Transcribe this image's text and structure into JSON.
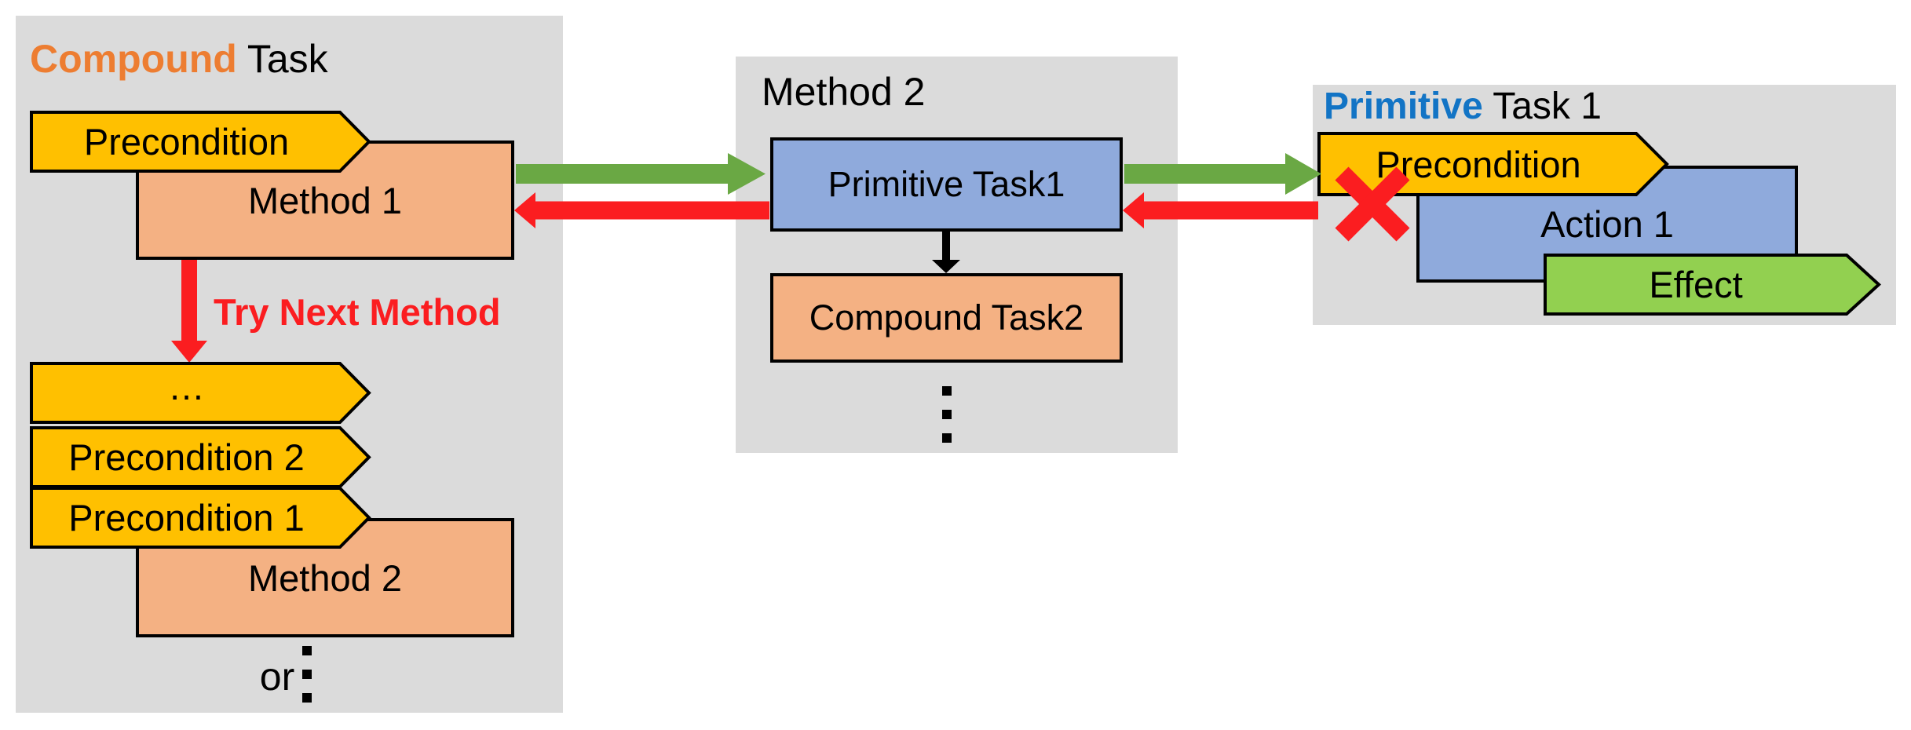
{
  "colors": {
    "panel_gray": "#DBDBDB",
    "shape_yellow": "#FFC000",
    "shape_orange": "#F4B183",
    "shape_blue": "#8FAADC",
    "shape_green": "#92D050",
    "arrow_green": "#6AA844",
    "arrow_red": "#FB1D20",
    "title_orange": "#ED7D31",
    "title_blue": "#1274C5"
  },
  "compound_panel": {
    "title_highlight": "Compound",
    "title_rest": " Task",
    "precondition_label": "Precondition",
    "method1_label": "Method 1",
    "try_next_label": "Try Next Method",
    "more_methods_label": "…",
    "precondition2_label": "Precondition 2",
    "precondition1_label": "Precondition 1",
    "method2_label": "Method 2",
    "or_label": "or"
  },
  "method_panel": {
    "title": "Method 2",
    "primitive_task_label": "Primitive Task1",
    "compound_task_label": "Compound Task2"
  },
  "primitive_panel": {
    "title_highlight": "Primitive",
    "title_rest": " Task 1",
    "precondition_label": "Precondition",
    "action_label": "Action 1",
    "effect_label": "Effect"
  }
}
